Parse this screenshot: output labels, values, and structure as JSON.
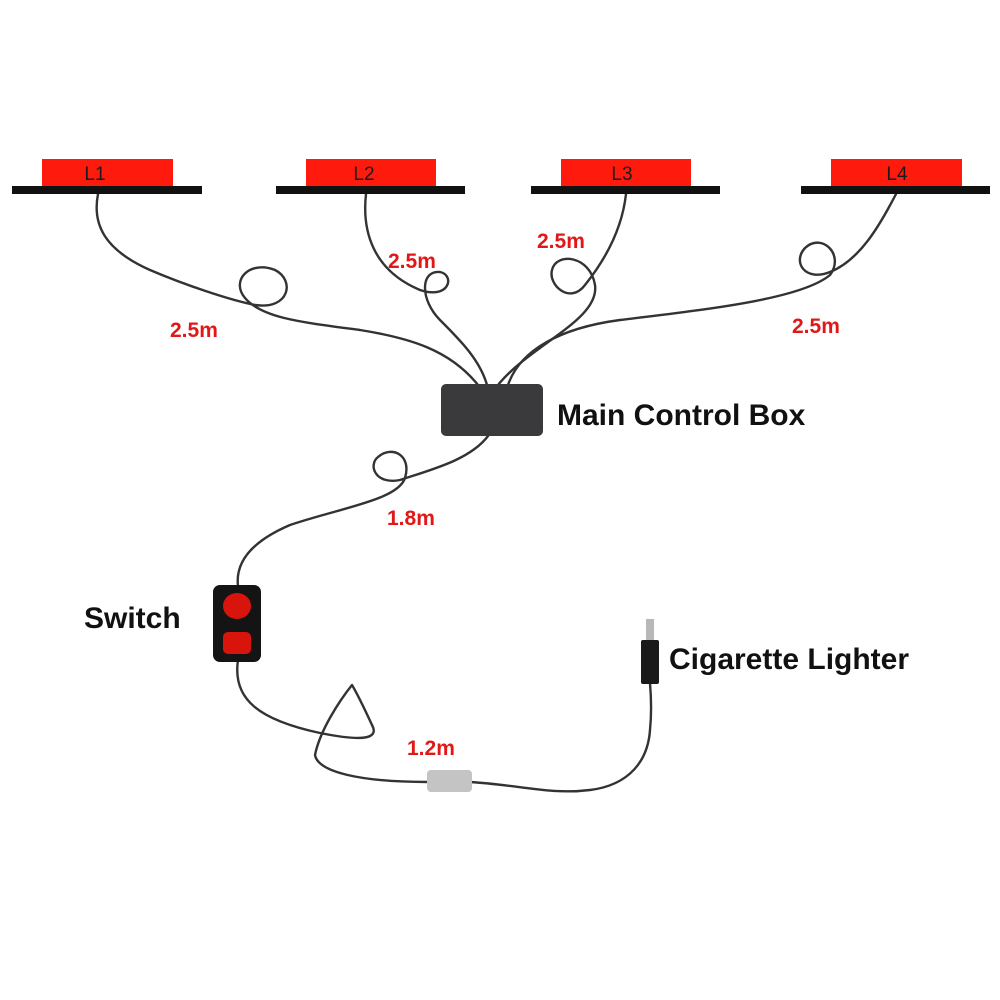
{
  "colors": {
    "lamp_red": "#ff1a0e",
    "lamp_base": "#111111",
    "wire": "#333333",
    "length_text": "#e01818",
    "control_box": "#3a3a3c",
    "switch_body": "#141414",
    "switch_button": "#d9140c",
    "fuse": "#c4c4c4"
  },
  "lamps": [
    {
      "label": "L1",
      "cable_length": "2.5m"
    },
    {
      "label": "L2",
      "cable_length": "2.5m"
    },
    {
      "label": "L3",
      "cable_length": "2.5m"
    },
    {
      "label": "L4",
      "cable_length": "2.5m"
    }
  ],
  "main_control_box": {
    "label": "Main Control Box"
  },
  "switch": {
    "label": "Switch",
    "cable_to_box": "1.8m"
  },
  "cigarette_lighter": {
    "label": "Cigarette Lighter",
    "cable_length": "1.2m"
  },
  "icons": [
    "lamp-bar-icon",
    "control-box-icon",
    "rocker-switch-icon",
    "inline-fuse-icon",
    "cigarette-plug-icon"
  ]
}
